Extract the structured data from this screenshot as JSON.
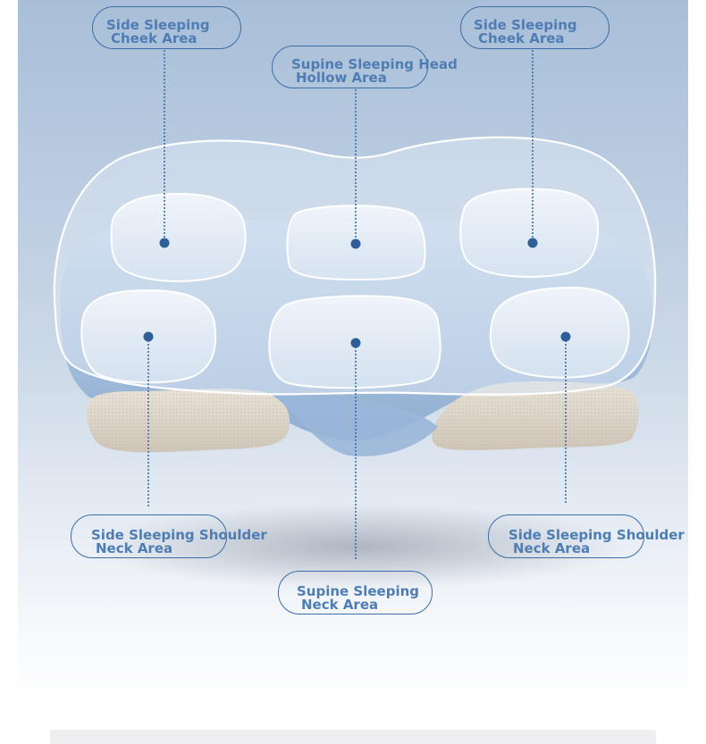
{
  "labels": {
    "cheek_left": {
      "line1": "Side Sleeping",
      "line2": "Cheek Area"
    },
    "head": {
      "line1": "Supine Sleeping Head",
      "line2": "Hollow Area"
    },
    "cheek_right": {
      "line1": "Side Sleeping",
      "line2": "Cheek Area"
    },
    "shoulder_left": {
      "line1": "Side Sleeping Shoulder",
      "line2": "Neck Area"
    },
    "neck": {
      "line1": "Supine Sleeping",
      "line2": "Neck Area"
    },
    "shoulder_right": {
      "line1": "Side Sleeping Shoulder",
      "line2": "Neck Area"
    }
  },
  "colors": {
    "accent": "#3b6ea8",
    "label_text": "#4f7db3",
    "background_top": "#a9bfd8",
    "pillow_blue": "#a9c4e2",
    "memory_foam": "#ddd6cc"
  }
}
